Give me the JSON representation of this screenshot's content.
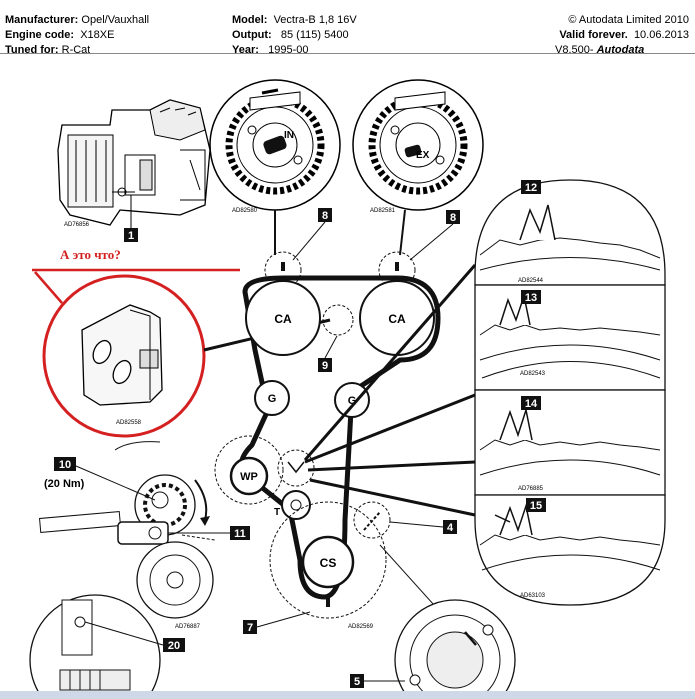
{
  "header": {
    "manufacturer_label": "Manufacturer:",
    "manufacturer_value": "Opel/Vauxhall",
    "engine_label": "Engine code:",
    "engine_value": "X18XE",
    "tuned_label": "Tuned for:",
    "tuned_value": "R-Cat",
    "model_label": "Model:",
    "model_value": "Vectra-B  1,8 16V",
    "output_label": "Output:",
    "output_value": "85 (115) 5400",
    "year_label": "Year:",
    "year_value": "1995-00",
    "copyright": "© Autodata Limited 2010",
    "valid_label": "Valid forever.",
    "valid_date": "10.06.2013",
    "v8": "V8.500-",
    "brand": "Autodata"
  },
  "annotation": {
    "question": "А это что?"
  },
  "callouts": {
    "n1": "1",
    "n4": "4",
    "n5": "5",
    "n7": "7",
    "n8a": "8",
    "n8b": "8",
    "n9": "9",
    "n10": "10",
    "n11": "11",
    "n12": "12",
    "n13": "13",
    "n14": "14",
    "n15": "15",
    "n20": "20",
    "torque": "(20 Nm)"
  },
  "pulleys": {
    "ca1": "CA",
    "ca2": "CA",
    "g1": "G",
    "g2": "G",
    "wp": "WP",
    "cs": "CS",
    "t": "T",
    "intake": "IN",
    "exhaust": "EX"
  },
  "figure_codes": {
    "f1": "AD76856",
    "f2": "AD82580",
    "f3": "AD82581",
    "f4": "AD82544",
    "f5": "AD82543",
    "f6": "AD82558",
    "f7": "AD76885",
    "f8": "AD63103",
    "f9": "AD76887",
    "f10": "AD82569"
  },
  "colors": {
    "annotation_red": "#d42020",
    "belt": "#111111",
    "brand_bar": "#cfd8e6"
  }
}
